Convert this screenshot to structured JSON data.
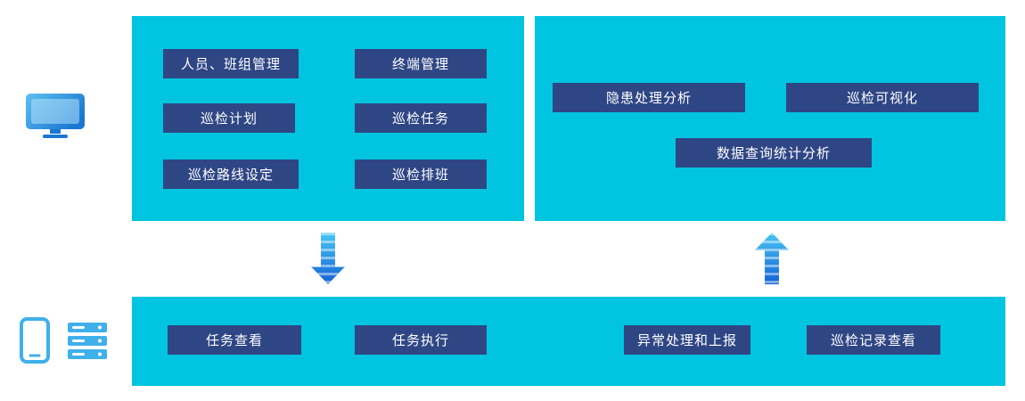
{
  "colors": {
    "panel_bg": "#00c4e0",
    "button_bg": "#2f4685",
    "button_text": "#ffffff",
    "arrow_light": "#49c6f2",
    "arrow_dark": "#1561d6",
    "icon_blue": "#3fb0ea"
  },
  "management_panel": {
    "buttons": [
      "人员、班组管理",
      "终端管理",
      "巡检计划",
      "巡检任务",
      "巡检路线设定",
      "巡检排班"
    ]
  },
  "analysis_panel": {
    "buttons": [
      "隐患处理分析",
      "巡检可视化",
      "数据查询统计分析"
    ]
  },
  "terminal_panel": {
    "buttons": [
      "任务查看",
      "任务执行",
      "异常处理和上报",
      "巡检记录查看"
    ]
  },
  "icons": {
    "left_middle": "monitor-icon",
    "bottom_first": "phone-icon",
    "bottom_second": "handheld-terminal-icon",
    "flow_left": "arrow-down-icon",
    "flow_right": "arrow-up-icon"
  }
}
